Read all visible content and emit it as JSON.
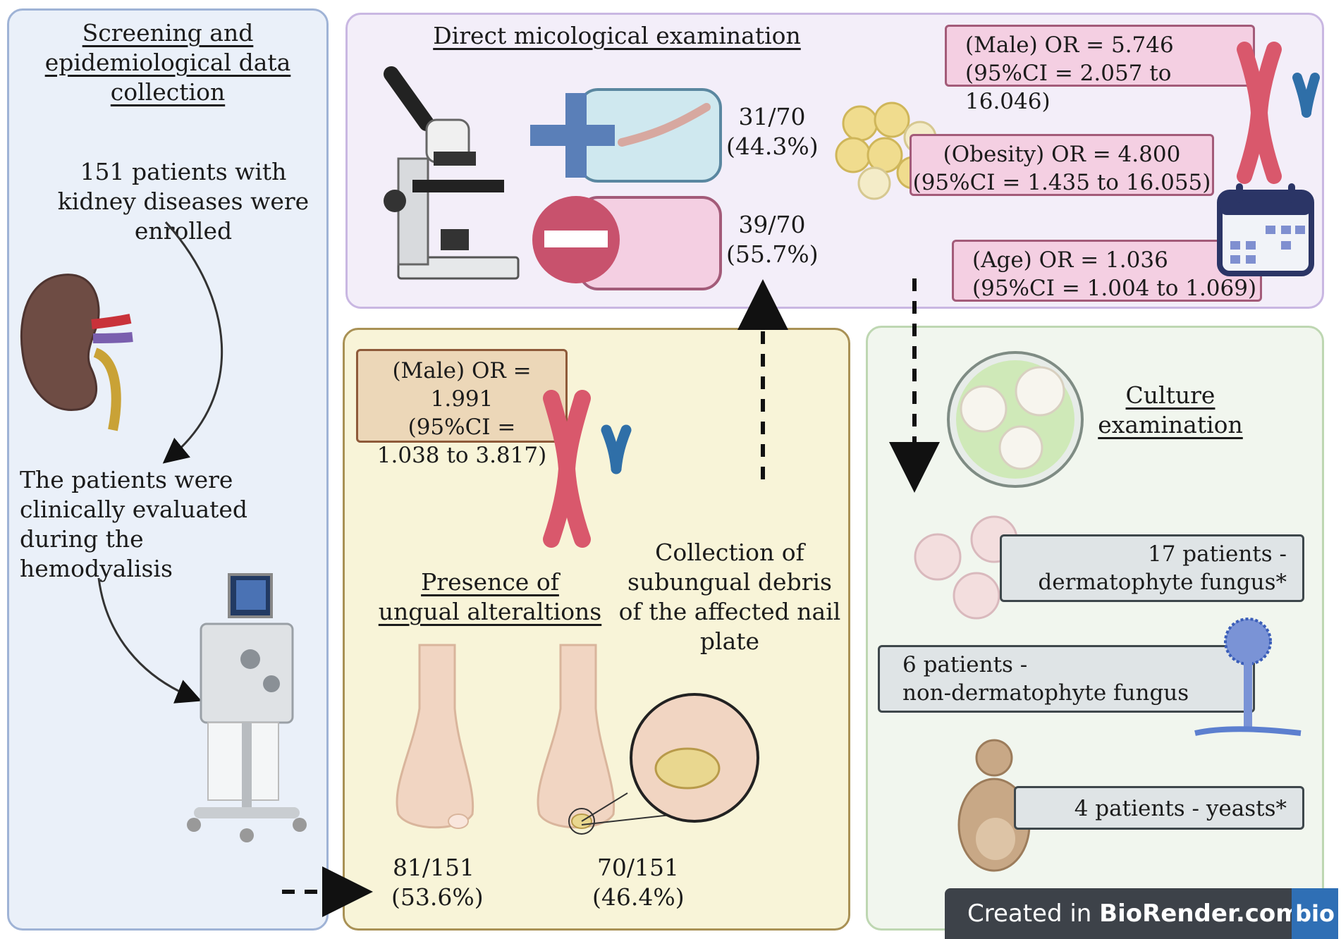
{
  "left": {
    "title": "Screening and epidemiological data collection",
    "enrolled": "151 patients with kidney diseases were enrolled",
    "evaluated": "The patients were clinically evaluated during the hemodyalisis"
  },
  "micro": {
    "title": "Direct micological examination",
    "positive": {
      "count": "31/70",
      "pct": "(44.3%)"
    },
    "negative": {
      "count": "39/70",
      "pct": "(55.7%)"
    },
    "male_or": {
      "line1": "(Male) OR = 5.746",
      "line2": "(95%CI = 2.057 to 16.046)"
    },
    "obesity_or": {
      "line1": "(Obesity) OR = 4.800",
      "line2": "(95%CI = 1.435 to 16.055)"
    },
    "age_or": {
      "line1": "(Age) OR = 1.036",
      "line2": "(95%CI = 1.004 to 1.069)"
    }
  },
  "ungual": {
    "male_or": {
      "line1": "(Male) OR = 1.991",
      "line2": "(95%CI =",
      "line3": "1.038 to 3.817)"
    },
    "presence_title": "Presence of ungual alteraltions",
    "collection_title": "Collection of subungual debris of the affected nail plate",
    "present": {
      "count": "81/151",
      "pct": "(53.6%)"
    },
    "collected": {
      "count": "70/151",
      "pct": "(46.4%)"
    }
  },
  "culture": {
    "title": "Culture examination",
    "dermatophyte": {
      "line1": "17 patients -",
      "line2": "dermatophyte fungus*"
    },
    "non_dermatophyte": {
      "line1": "6 patients -",
      "line2": "non-dermatophyte fungus"
    },
    "yeasts": "4 patients - yeasts*"
  },
  "watermark": {
    "prefix": "Created in ",
    "brand": "BioRender.com",
    "logo": "bio"
  }
}
